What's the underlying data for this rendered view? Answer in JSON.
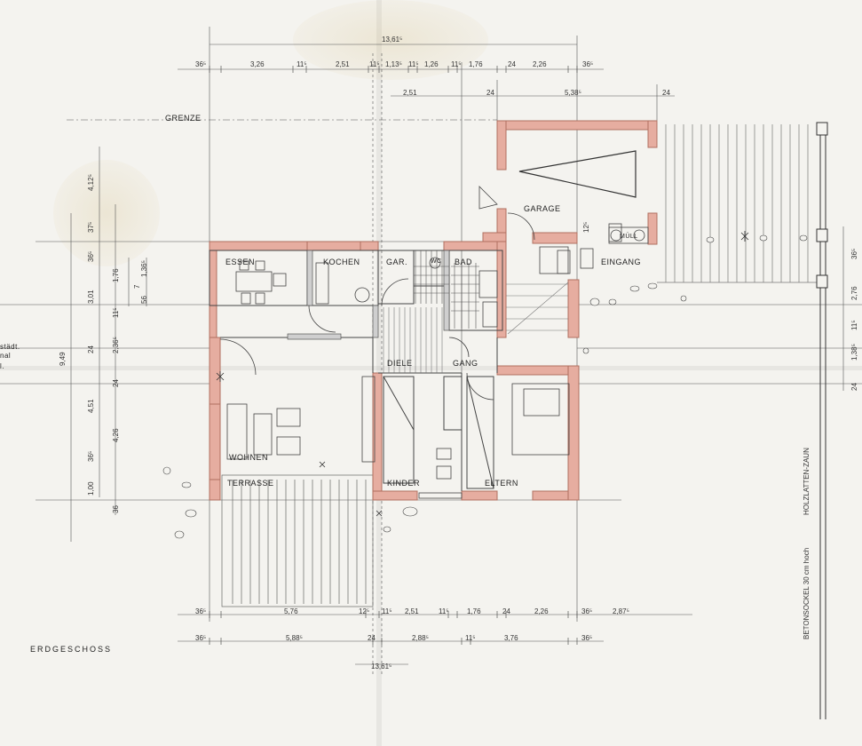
{
  "title": "ERDGESCHOSS",
  "border_label": "GRENZE",
  "fence_label": "HOLZLATTEN-ZAUN",
  "base_label": "BETONSOCKEL   30 cm hoch",
  "side_note": [
    "städt.",
    "nal",
    "l."
  ],
  "rooms": {
    "essen": "ESSEN",
    "kochen": "KOCHEN",
    "gar": "GAR.",
    "wc": "WC",
    "bad": "BAD",
    "garage": "GARAGE",
    "eingang": "EINGANG",
    "muell": "MÜLL",
    "diele": "DIELE",
    "gang": "GANG",
    "wohnen": "WOHNEN",
    "terrasse": "TERRASSE",
    "kinder": "KINDER",
    "eltern": "ELTERN"
  },
  "dimensions": {
    "top_total": "13,61⁵",
    "top_row1": [
      "36⁵",
      "3,26",
      "11⁵",
      "2,51",
      "11⁵",
      "1,13⁵",
      "11⁵",
      "1,26",
      "11⁵",
      "1,76",
      "24",
      "2,26",
      "36⁵"
    ],
    "top_row2": [
      "2,51",
      "24",
      "5,38⁵",
      "24"
    ],
    "bottom_row1": [
      "36⁵",
      "5,76",
      "12⁵",
      "11⁵",
      "2,51",
      "11⁵",
      "1,76",
      "24",
      "2,26",
      "36⁵",
      "2,87⁵"
    ],
    "bottom_row2": [
      "36⁵",
      "5,88⁵",
      "24",
      "2,88⁵",
      "11⁵",
      "3,76",
      "36⁵"
    ],
    "bottom_total": "13,61⁵",
    "left_outer": [
      "4,12⁵",
      "37⁵",
      "9,49"
    ],
    "left_inner": [
      "36⁵",
      "3,01",
      "24",
      "4,51",
      "36⁵",
      "1,00",
      "36"
    ],
    "left_inner2": [
      "1,76",
      "11⁵",
      "2,36⁵",
      "24",
      "4,26"
    ],
    "left_small": [
      "1,36⁵",
      "7",
      "56"
    ],
    "right_col": [
      "36⁵",
      "2,76",
      "11⁵",
      "1,38⁵",
      "24"
    ],
    "garage_small": "12⁵"
  },
  "colors": {
    "wall": "#e6ada0",
    "wall_edge": "#b07060",
    "line": "#444444",
    "paper": "#f4f3ef"
  }
}
